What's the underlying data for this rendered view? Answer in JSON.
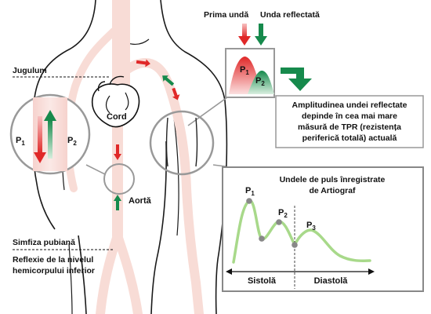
{
  "labels": {
    "prima_unda": "Prima undă",
    "unda_reflectata": "Unda reflectată",
    "jugulum": "Jugulum",
    "cord": "Cord",
    "aorta": "Aortă",
    "simfiza": "Simfiza pubiană",
    "reflexie_line1": "Reflexie de la nivelul",
    "reflexie_line2": "hemicorpului inferior",
    "p": "P",
    "sub1": "1",
    "sub2": "2",
    "sub3": "3"
  },
  "amplitude_box": {
    "line1": "Amplitudinea undei reflectate",
    "line2": "depinde în cea mai mare",
    "line3": "măsură de TPR (rezistența",
    "line4": "periferică totală) actuală"
  },
  "pulse_panel": {
    "title_line1": "Undele de puls înregistrate",
    "title_line2": "de Artiograf",
    "systole": "Sistolă",
    "diastole": "Diastolă"
  },
  "colors": {
    "primary_wave": "#e83a3a",
    "reflected_wave": "#1f9a5a",
    "vessel": "#f8dcd6",
    "pulse_curve": "#a8d98a",
    "panel_border": "#888888"
  }
}
